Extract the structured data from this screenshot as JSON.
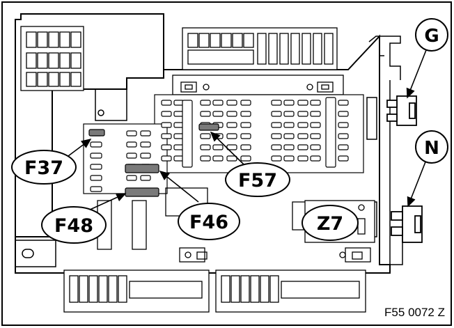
{
  "diagram": {
    "callouts": {
      "f37": "F37",
      "f48": "F48",
      "f46": "F46",
      "f57": "F57",
      "z7": "Z7",
      "g": "G",
      "n": "N"
    },
    "figure_ref": "F55 0072 Z",
    "colors": {
      "ink": "#000000",
      "panel": "#ffffff",
      "highlight": "#7a7a7a"
    }
  }
}
